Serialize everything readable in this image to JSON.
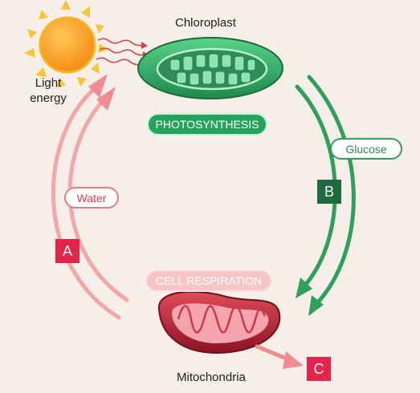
{
  "labels": {
    "light_energy": [
      "Light",
      "energy"
    ],
    "chloroplast": "Chloroplast",
    "mitochondria": "Mitochondria",
    "photosynthesis": "PHOTOSYNTHESIS",
    "cell_respiration": "CELL RESPIRATION",
    "glucose": "Glucose",
    "water": "Water"
  },
  "markers": {
    "a": "A",
    "b": "B",
    "c": "C"
  },
  "colors": {
    "background": "#f6efe9",
    "green_dark": "#1d7a45",
    "green_light": "#3fbf72",
    "red": "#e3244b",
    "pink": "#f3a3a3",
    "sun": "#f7a21a"
  },
  "icons": [
    "sun-icon",
    "chloroplast-icon",
    "mitochondria-icon"
  ]
}
